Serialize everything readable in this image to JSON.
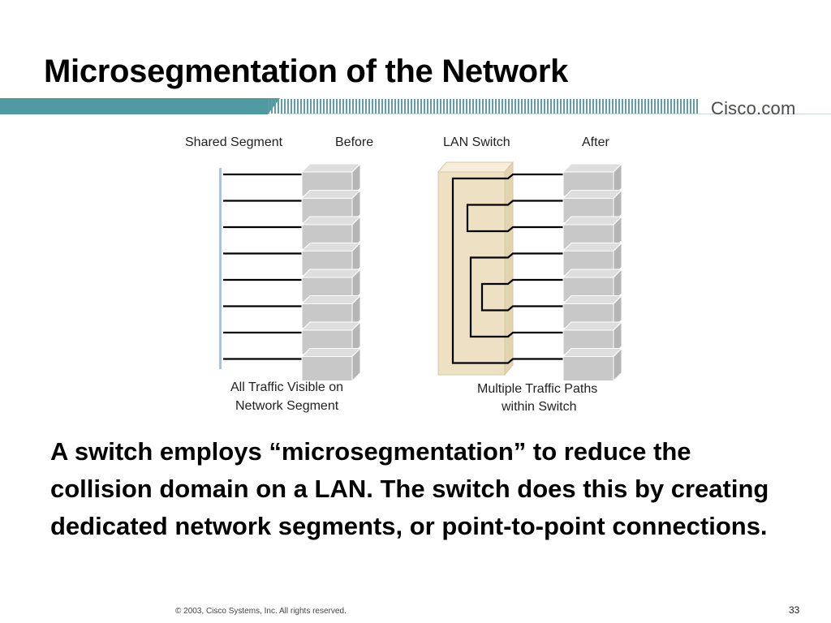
{
  "slide": {
    "title": "Microsegmentation of the Network",
    "logo": "Cisco.com",
    "body": "A switch employs “microsegmentation” to reduce the collision domain on a LAN. The switch does this by creating dedicated network segments, or point-to-point connections.",
    "footer": "© 2003, Cisco Systems, Inc. All rights reserved.",
    "page_number": "33"
  },
  "diagram": {
    "before": {
      "label_left": "Shared Segment",
      "label_right": "Before",
      "caption_line1": "All Traffic Visible on",
      "caption_line2": "Network Segment",
      "host_count": 8
    },
    "after": {
      "label_left": "LAN Switch",
      "label_right": "After",
      "caption_line1": "Multiple Traffic Paths",
      "caption_line2": "within Switch",
      "host_count": 8
    }
  },
  "colors": {
    "banner": "#4f9aa0",
    "switch_fill": "#ede0c3",
    "host_fill": "#c8c8c8",
    "segment_bar": "#a9c4d4"
  }
}
